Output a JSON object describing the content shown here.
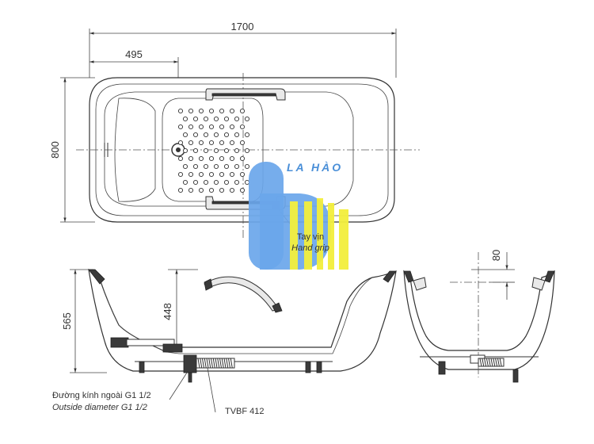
{
  "dimensions": {
    "total_length": "1700",
    "seat_length": "495",
    "width": "800",
    "height": "565",
    "inner_depth": "448",
    "rim_height": "80"
  },
  "labels": {
    "hand_grip_vi": "Tay vịn",
    "hand_grip_en": "Hand grip",
    "outside_diameter_vi": "Đường kính ngoài G1 1/2",
    "outside_diameter_en": "Outside diameter G1 1/2",
    "drain_model": "TVBF 412"
  },
  "watermark": {
    "text": "LA HÀO",
    "blue": "#6aa6ea",
    "yellow": "#f3ef3c"
  }
}
